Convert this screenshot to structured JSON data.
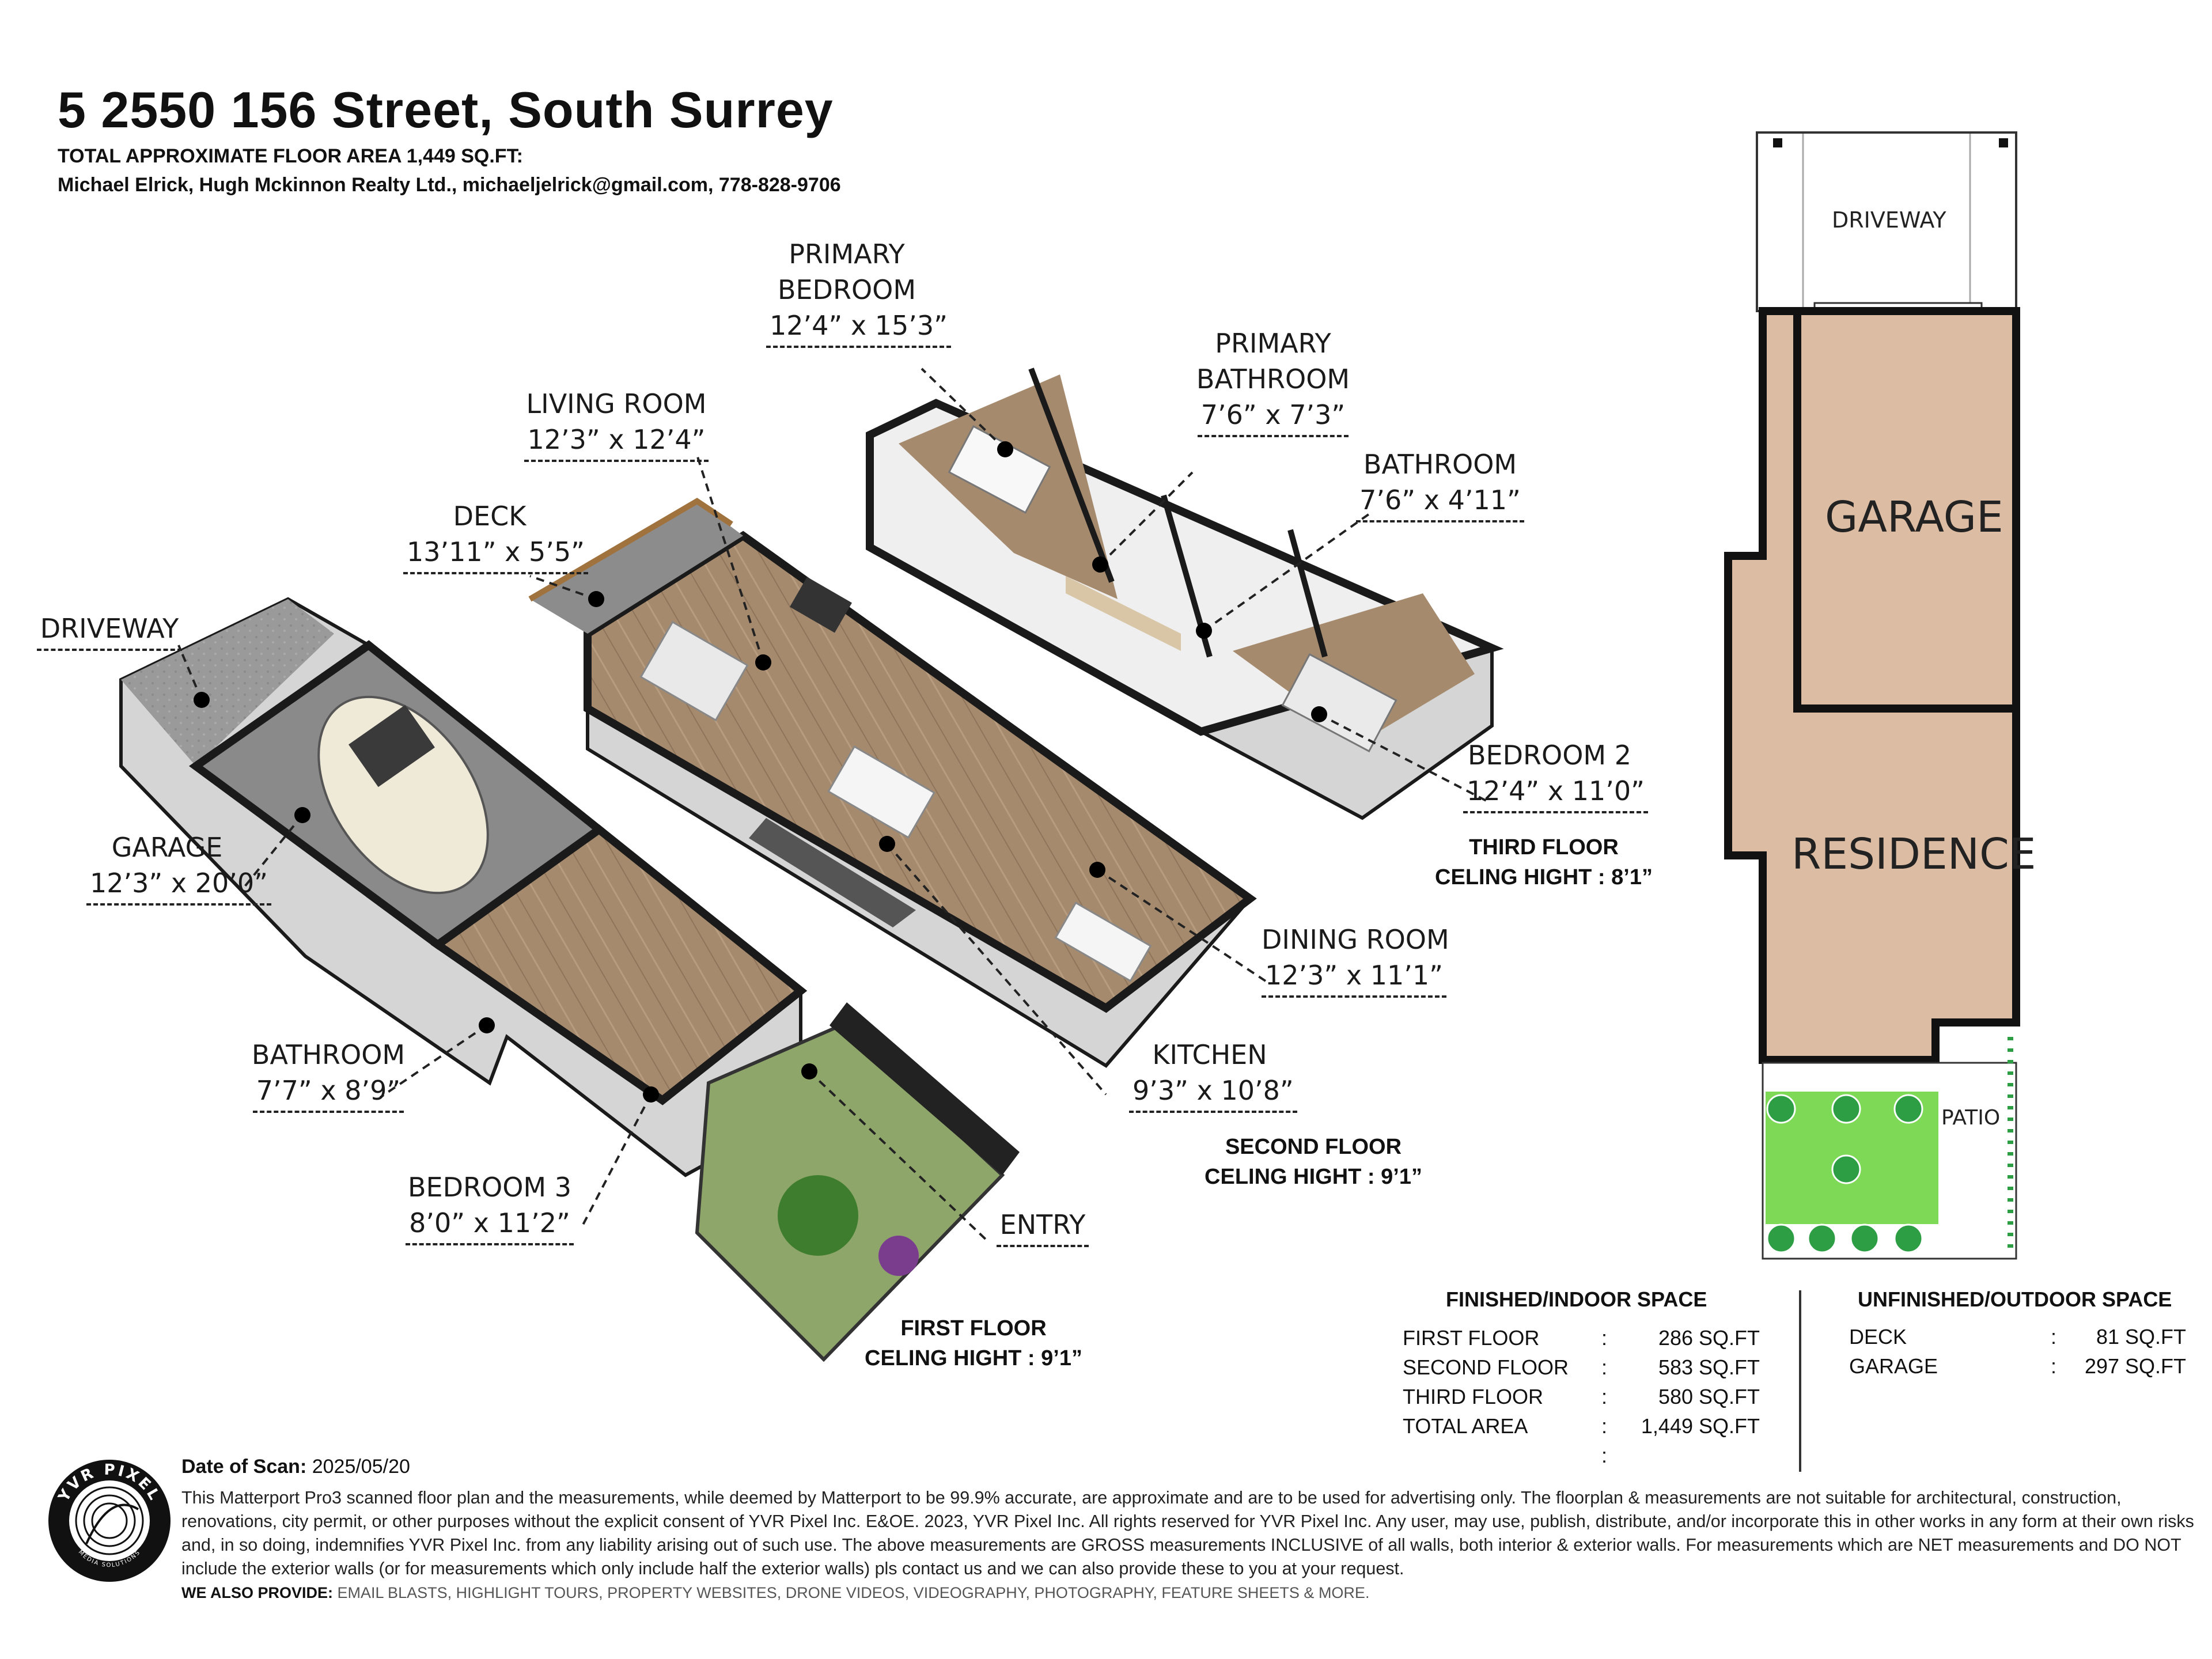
{
  "header": {
    "title": "5 2550 156 Street, South Surrey",
    "area_line": "TOTAL APPROXIMATE FLOOR AREA 1,449 SQ.FT:",
    "contact": "Michael Elrick, Hugh Mckinnon Realty Ltd., michaeljelrick@gmail.com, 778-828-9706"
  },
  "rooms": {
    "primary_bedroom": {
      "name1": "PRIMARY",
      "name2": "BEDROOM",
      "dim": "12’4” x 15’3”"
    },
    "primary_bathroom": {
      "name1": "PRIMARY",
      "name2": "BATHROOM",
      "dim": "7’6” x 7’3”"
    },
    "living_room": {
      "name": "LIVING ROOM",
      "dim": "12’3” x 12’4”"
    },
    "bathroom_upper": {
      "name": "BATHROOM",
      "dim": "7’6” x 4’11”"
    },
    "deck": {
      "name": "DECK",
      "dim": "13’11” x 5’5”"
    },
    "driveway": {
      "name": "DRIVEWAY"
    },
    "garage": {
      "name": "GARAGE",
      "dim": "12’3” x 20’0”"
    },
    "bedroom2": {
      "name": "BEDROOM 2",
      "dim": "12’4” x 11’0”"
    },
    "dining_room": {
      "name": "DINING ROOM",
      "dim": "12’3” x 11’1”"
    },
    "bathroom_lower": {
      "name": "BATHROOM",
      "dim": "7’7” x 8’9”"
    },
    "kitchen": {
      "name": "KITCHEN",
      "dim": "9’3” x 10’8”"
    },
    "bedroom3": {
      "name": "BEDROOM 3",
      "dim": "8’0” x 11’2”"
    },
    "entry": {
      "name": "ENTRY"
    }
  },
  "floors": {
    "third": {
      "name": "THIRD FLOOR",
      "ceiling": "CELING HIGHT : 8’1”"
    },
    "second": {
      "name": "SECOND FLOOR",
      "ceiling": "CELING HIGHT : 9’1”"
    },
    "first": {
      "name": "FIRST FLOOR",
      "ceiling": "CELING HIGHT : 9’1”"
    }
  },
  "site_plan": {
    "driveway": "DRIVEWAY",
    "garage": "GARAGE",
    "residence": "RESIDENCE",
    "patio": "PATIO",
    "colors": {
      "building": "#dcbca3",
      "lawn": "#7ed957",
      "tree": "#2e9e45"
    }
  },
  "finished": {
    "title": "FINISHED/INDOOR SPACE",
    "rows": [
      {
        "label": "FIRST FLOOR",
        "sep": ":",
        "value": "286 SQ.FT"
      },
      {
        "label": "SECOND FLOOR",
        "sep": ":",
        "value": "583 SQ.FT"
      },
      {
        "label": "THIRD FLOOR",
        "sep": ":",
        "value": "580 SQ.FT"
      },
      {
        "label": "TOTAL AREA",
        "sep": ":",
        "value": "1,449 SQ.FT"
      },
      {
        "label": "",
        "sep": ":",
        "value": ""
      }
    ]
  },
  "unfinished": {
    "title": "UNFINISHED/OUTDOOR SPACE",
    "rows": [
      {
        "label": "DECK",
        "sep": ":",
        "value": "81 SQ.FT"
      },
      {
        "label": "GARAGE",
        "sep": ":",
        "value": "297 SQ.FT"
      }
    ]
  },
  "footer": {
    "date_label": "Date of Scan:",
    "date_value": "2025/05/20",
    "disclaimer": "This Matterport Pro3 scanned floor plan and the measurements, while deemed by Matterport to be 99.9% accurate, are approximate and are to be used for advertising only. The floorplan & measurements are not suitable for architectural, construction, renovations, city permit, or other purposes without the explicit consent of YVR Pixel Inc. E&OE. 2023, YVR Pixel Inc. All rights reserved for YVR Pixel Inc. Any user, may use, publish, distribute, and/or incorporate this in other works in any form at their own risks and, in so doing, indemnifies YVR Pixel Inc. from any liability arising out of such use. The above measurements are GROSS measurements INCLUSIVE of all walls, both interior & exterior walls. For measurements which are NET measurements and DO NOT include the exterior walls (or for measurements which only include half the exterior walls) pls contact us and we can also provide these to you at your request.",
    "also_label": "WE ALSO PROVIDE:",
    "also_text": "EMAIL BLASTS, HIGHLIGHT TOURS, PROPERTY WEBSITES, DRONE VIDEOS, VIDEOGRAPHY, PHOTOGRAPHY, FEATURE SHEETS & MORE.",
    "logo_text": "YVR PIXEL",
    "logo_subtext": "MEDIA SOLUTIONS"
  }
}
